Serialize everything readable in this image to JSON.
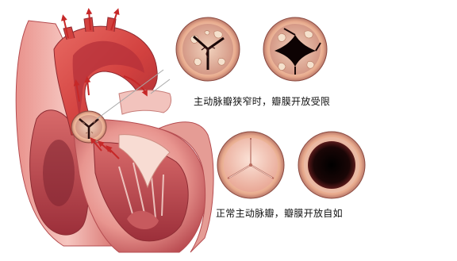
{
  "captions": {
    "stenosis": "主动脉瓣狭窄时，瓣膜开放受限",
    "normal": "正常主动脉瓣，瓣膜开放自如"
  },
  "colors": {
    "tissue_light": "#f2b8b3",
    "tissue_mid": "#e07f7b",
    "tissue_dark": "#b8494f",
    "aorta": "#d9534f",
    "valve_rim": "#f4c7a8",
    "valve_leaflet": "#f6d2c6",
    "calcified": "#e8c9b0",
    "flow_arrow": "#c62828",
    "orifice_dark": "#1a0606",
    "pointer_line": "#a8a8a8"
  },
  "icons": {
    "heart": "heart-anatomy-illustration",
    "stenotic_valve_closed": "stenotic-valve-closed-icon",
    "stenotic_valve_open": "stenotic-valve-open-icon",
    "normal_valve_closed": "normal-valve-closed-icon",
    "normal_valve_open": "normal-valve-open-icon"
  }
}
